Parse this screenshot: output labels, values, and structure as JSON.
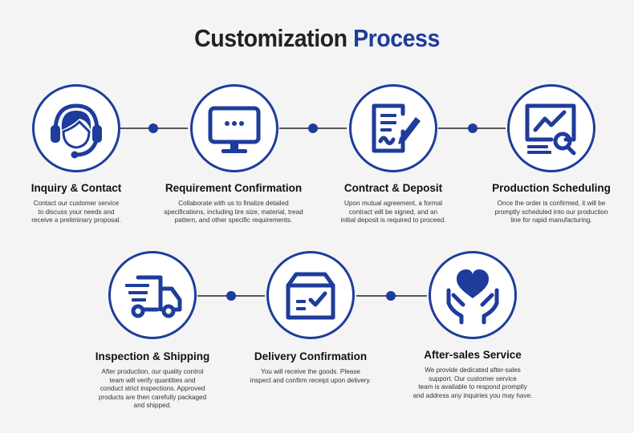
{
  "title": {
    "word1": "Customization",
    "word2": "Process"
  },
  "colors": {
    "primary": "#1e3c9b",
    "line": "#222222",
    "text": "#111111",
    "background": "#f4f4f4"
  },
  "steps": [
    {
      "icon": "headset-support-icon",
      "title": "Inquiry & Contact",
      "desc": "Contact our customer service\nto discuss your needs and\nreceive a preliminary proposal."
    },
    {
      "icon": "monitor-icon",
      "title": "Requirement Confirmation",
      "desc": "Collaborate with us to finalize detailed\nspecifications, including tire size, material, tread\npattern, and other specific requirements."
    },
    {
      "icon": "contract-sign-icon",
      "title": "Contract & Deposit",
      "desc": "Upon mutual agreement, a formal\ncontract will  be signed, and an\ninitial deposit is required to proceed."
    },
    {
      "icon": "analytics-search-icon",
      "title": "Production Scheduling",
      "desc": "Once the order is confirmed, it will be\npromptly scheduled into our production\nline for rapid manufacturing."
    },
    {
      "icon": "delivery-truck-icon",
      "title": "Inspection & Shipping",
      "desc": "After production, our quality control\nteam will verify quantities and\nconduct strict inspections. Approved\nproducts are then carefully packaged\nand shipped."
    },
    {
      "icon": "package-check-icon",
      "title": "Delivery Confirmation",
      "desc": "You will receive the goods. Please\ninspect and confirm receipt upon delivery."
    },
    {
      "icon": "heart-hands-icon",
      "title": "After-sales Service",
      "desc": "We provide dedicated after-sales\nsupport. Our customer service\nteam is available to respond promptly\nand address any inquiries you may have."
    }
  ]
}
